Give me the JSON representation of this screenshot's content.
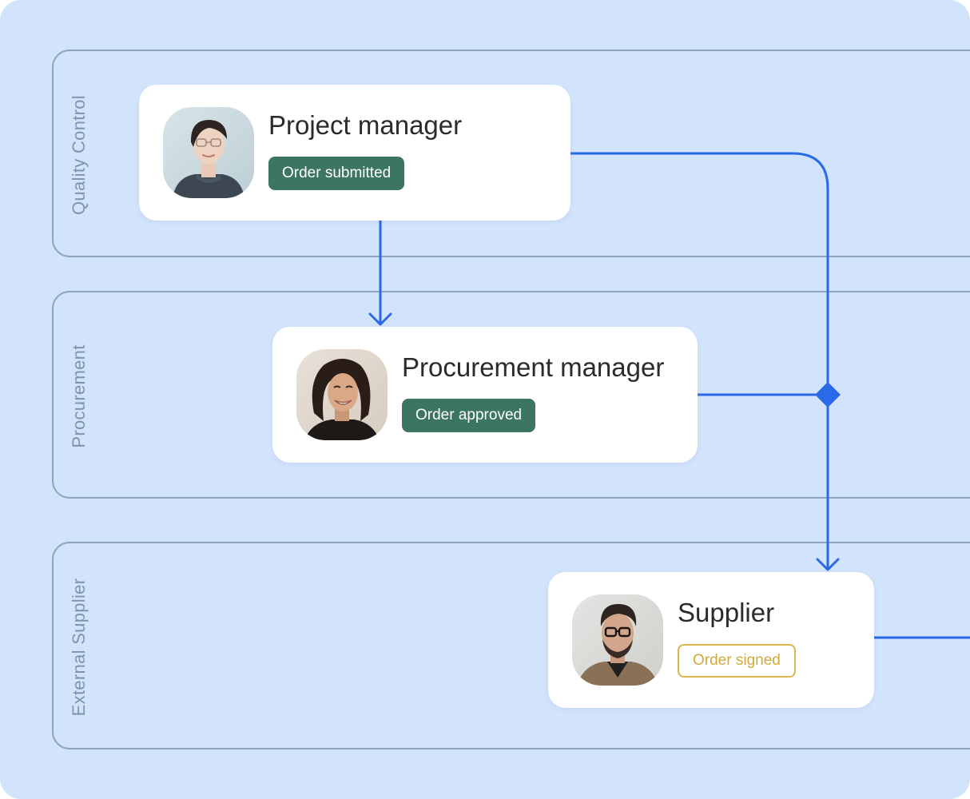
{
  "lanes": [
    {
      "label": "Quality Control"
    },
    {
      "label": "Procurement"
    },
    {
      "label": "External Supplier"
    }
  ],
  "nodes": [
    {
      "role": "Project manager",
      "status": "Order submitted",
      "status_state": "completed"
    },
    {
      "role": "Procurement manager",
      "status": "Order approved",
      "status_state": "completed"
    },
    {
      "role": "Supplier",
      "status": "Order signed",
      "status_state": "pending"
    }
  ],
  "colors": {
    "background": "#d2e3fc",
    "lane_border": "#8ea3bf",
    "connector": "#2a6ae8",
    "status_completed": "#3d7565",
    "status_pending": "#d9b64e"
  },
  "icons": {
    "avatars": [
      "person-avatar-woman-glasses",
      "person-avatar-woman-smiling",
      "person-avatar-man-glasses"
    ],
    "merge": "diamond-junction-icon"
  }
}
